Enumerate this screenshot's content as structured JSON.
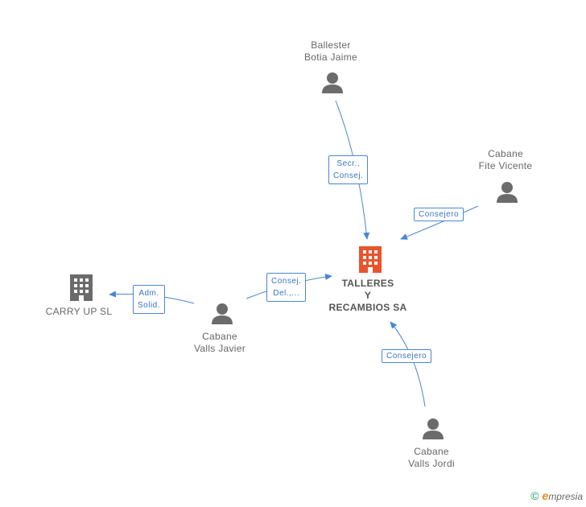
{
  "nodes": {
    "central": {
      "line1": "TALLERES",
      "line2": "Y",
      "line3": "RECAMBIOS SA",
      "color": "#e9542c"
    },
    "carry_up": {
      "label": "CARRY UP SL"
    },
    "ballester": {
      "line1": "Ballester",
      "line2": "Botia Jaime"
    },
    "fite": {
      "line1": "Cabane",
      "line2": "Fite Vicente"
    },
    "javier": {
      "line1": "Cabane",
      "line2": "Valls Javier"
    },
    "jordi": {
      "line1": "Cabane",
      "line2": "Valls Jordi"
    }
  },
  "edges": {
    "ballester_central": {
      "line1": "Secr.,",
      "line2": "Consej."
    },
    "fite_central": {
      "label": "Consejero"
    },
    "javier_central": {
      "line1": "Consej.",
      "line2": "Del.,..."
    },
    "javier_carry": {
      "line1": "Adm.",
      "line2": "Solid."
    },
    "jordi_central": {
      "label": "Consejero"
    }
  },
  "colors": {
    "edge": "#4a86d4",
    "person_icon": "#6b6b6b",
    "company_icon": "#6b6b6b"
  },
  "footer": {
    "copyright": "©",
    "brand_initial": "e",
    "brand_rest": "mpresia"
  }
}
